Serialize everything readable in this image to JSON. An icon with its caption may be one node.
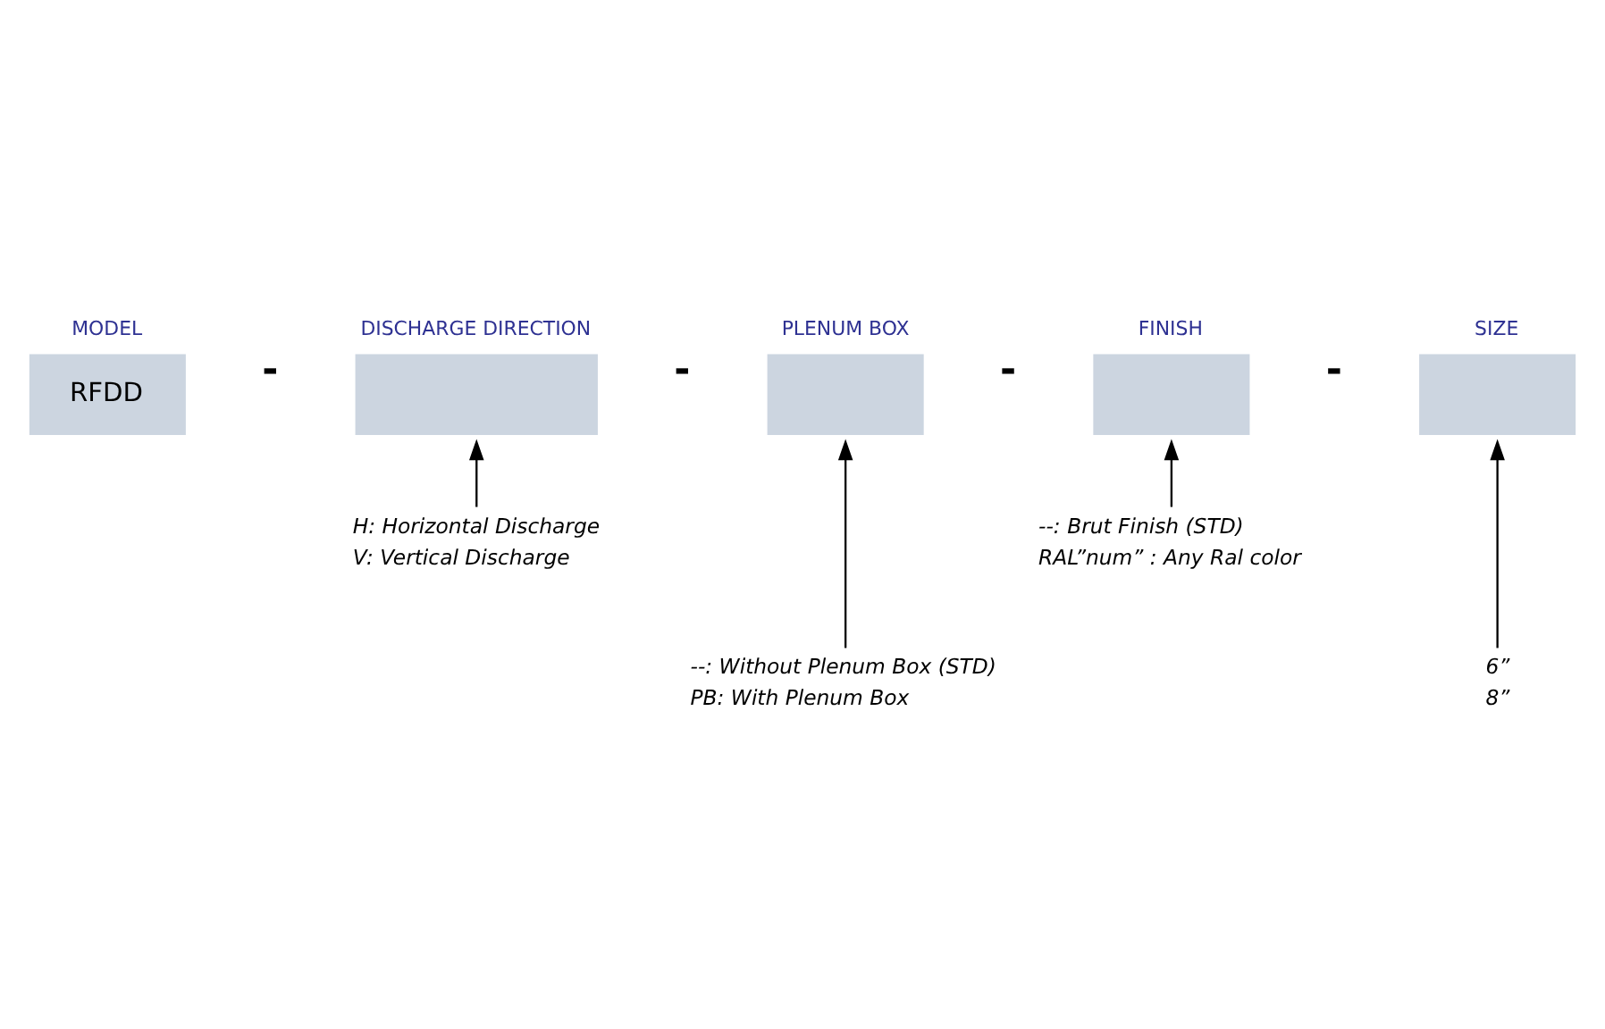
{
  "diagram": {
    "nodes": [
      {
        "text": [
          "MODEL",
          "RFDD"
        ]
      },
      {
        "text": [
          "DISCHARGE DIRECTION"
        ]
      },
      {
        "text": [
          "PLENUM BOX"
        ]
      },
      {
        "text": [
          "FINISH"
        ]
      },
      {
        "text": [
          "SIZE"
        ]
      },
      {
        "text": [
          "H: Horizontal Discharge",
          "V: Vertical Discharge"
        ]
      },
      {
        "text": [
          "--: Without Plenum Box (STD)",
          "PB: With Plenum Box"
        ]
      },
      {
        "text": [
          "--: Brut Finish (STD)",
          "RAL”num” : Any Ral color"
        ]
      },
      {
        "text": [
          "6”",
          "8”"
        ]
      }
    ],
    "edges": [
      {
        "from": 5,
        "to": 1,
        "arrow": "to"
      },
      {
        "from": 6,
        "to": 2,
        "arrow": "to"
      },
      {
        "from": 7,
        "to": 3,
        "arrow": "to"
      },
      {
        "from": 8,
        "to": 4,
        "arrow": "to"
      }
    ],
    "labels": [
      "-",
      "-",
      "-",
      "-"
    ]
  }
}
